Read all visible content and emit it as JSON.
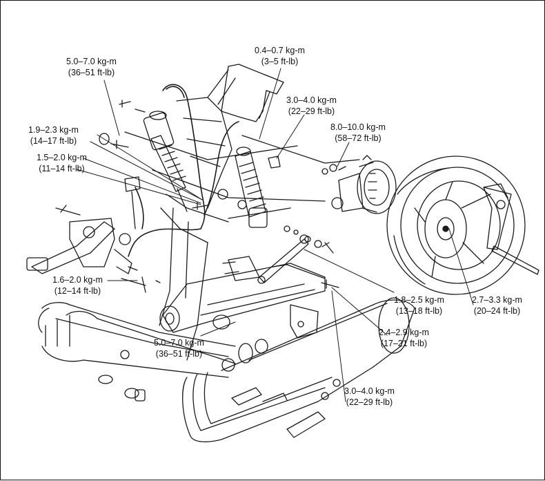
{
  "torque_labels": [
    {
      "id": "shock-top-mount",
      "metric": "5.0–7.0 kg-m",
      "imperial": "(36–51 ft-lb)"
    },
    {
      "id": "shock-upper-bolt",
      "metric": "0.4–0.7 kg-m",
      "imperial": "(3–5 ft-lb)"
    },
    {
      "id": "shock-upper-nut",
      "metric": "3.0–4.0 kg-m",
      "imperial": "(22–29 ft-lb)"
    },
    {
      "id": "brake-hose-bolt",
      "metric": "1.9–2.3 kg-m",
      "imperial": "(14–17 ft-lb)"
    },
    {
      "id": "axle-nut",
      "metric": "8.0–10.0 kg-m",
      "imperial": "(58–72 ft-lb)"
    },
    {
      "id": "caliper-bracket",
      "metric": "1.5–2.0 kg-m",
      "imperial": "(11–14 ft-lb)"
    },
    {
      "id": "brake-pedal-pivot",
      "metric": "1.6–2.0 kg-m",
      "imperial": "(12–14 ft-lb)"
    },
    {
      "id": "torque-link-bolt",
      "metric": "1.8–2.5 kg-m",
      "imperial": "(13–18 ft-lb)"
    },
    {
      "id": "caliper-mount-bolt",
      "metric": "2.7–3.3 kg-m",
      "imperial": "(20–24 ft-lb)"
    },
    {
      "id": "exhaust-clamp",
      "metric": "2.4–2.9 kg-m",
      "imperial": "(17–21 ft-lb)"
    },
    {
      "id": "swingarm-pivot",
      "metric": "5.0–7.0 kg-m",
      "imperial": "(36–51 ft-lb)"
    },
    {
      "id": "muffler-mount",
      "metric": "3.0–4.0 kg-m",
      "imperial": "(22–29 ft-lb)"
    }
  ]
}
